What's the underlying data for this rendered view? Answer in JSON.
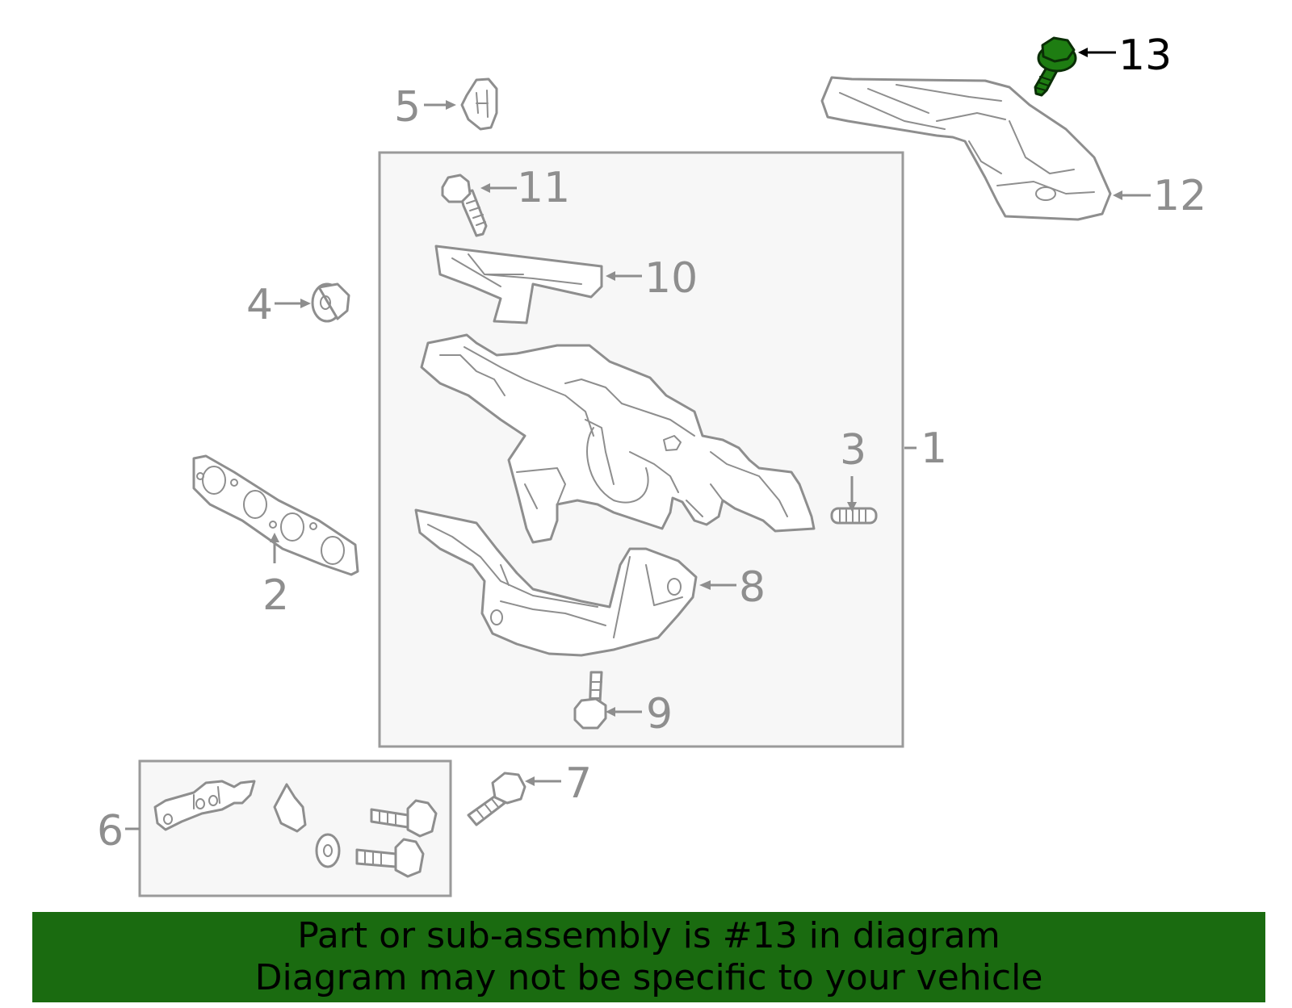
{
  "callouts": [
    "1",
    "2",
    "3",
    "4",
    "5",
    "6",
    "7",
    "8",
    "9",
    "10",
    "11",
    "12",
    "13"
  ],
  "highlighted_part": "13",
  "colors": {
    "highlight": "#1e7d12",
    "banner": "#1a6b10",
    "lines": "#8e8e8e",
    "box_fill": "#f7f7f7"
  },
  "banner": {
    "line1": "Part or sub-assembly is #13 in diagram",
    "line2": "Diagram may not be specific to your vehicle"
  }
}
